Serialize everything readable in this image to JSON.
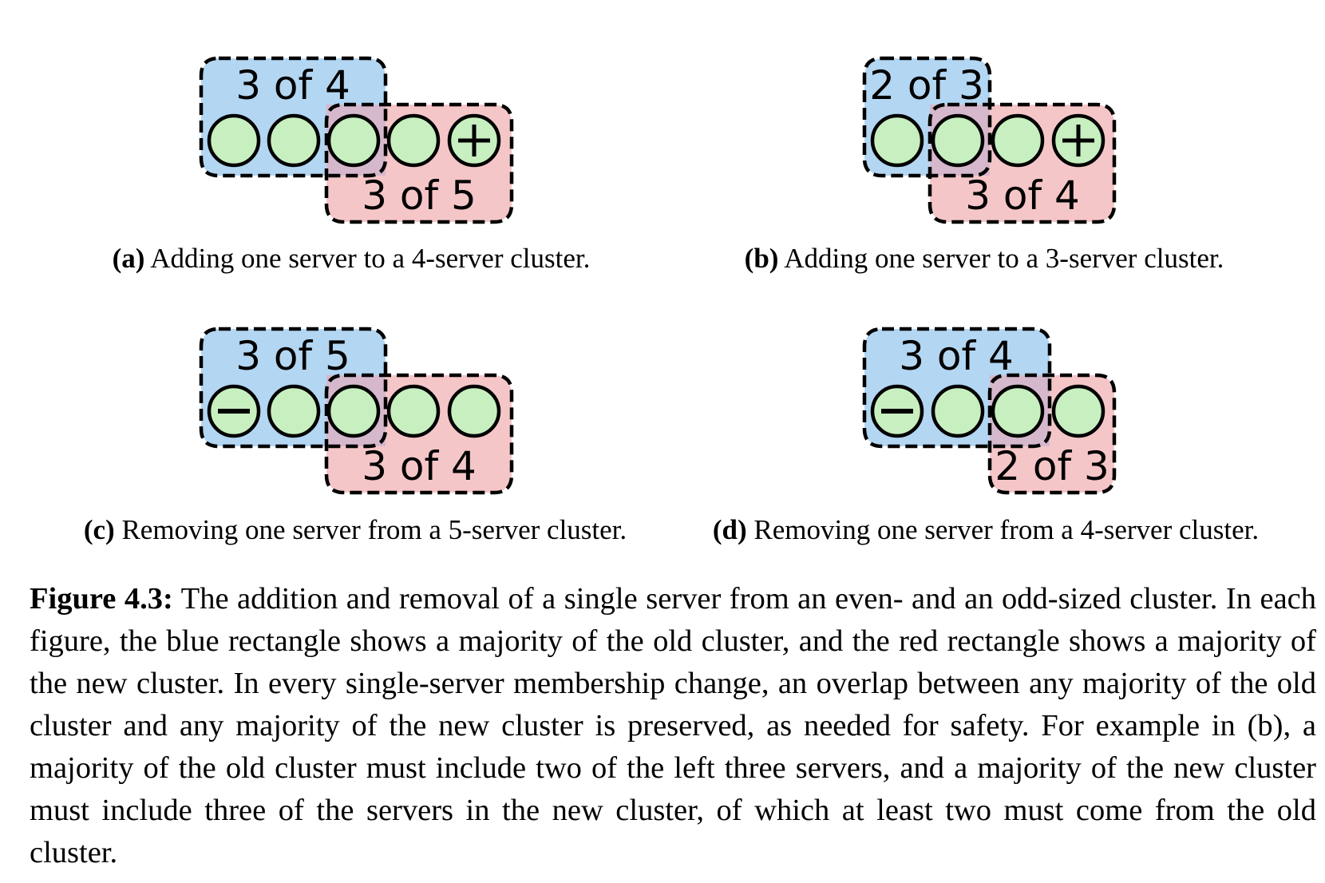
{
  "panels": [
    {
      "id": "a",
      "letter": "a",
      "caption": "Adding one server to a 4-server cluster.",
      "old_majority_label": "3 of 4",
      "new_majority_label": "3 of 5",
      "servers": [
        "normal",
        "normal",
        "normal",
        "normal",
        "added"
      ]
    },
    {
      "id": "b",
      "letter": "b",
      "caption": "Adding one server to a 3-server cluster.",
      "old_majority_label": "2 of 3",
      "new_majority_label": "3 of 4",
      "servers": [
        "normal",
        "normal",
        "normal",
        "added"
      ]
    },
    {
      "id": "c",
      "letter": "c",
      "caption": "Removing one server from a 5-server cluster.",
      "old_majority_label": "3 of 5",
      "new_majority_label": "3 of 4",
      "servers": [
        "removed",
        "normal",
        "normal",
        "normal",
        "normal"
      ]
    },
    {
      "id": "d",
      "letter": "d",
      "caption": "Removing one server from a 4-server cluster.",
      "old_majority_label": "3 of 4",
      "new_majority_label": "2 of 3",
      "servers": [
        "removed",
        "normal",
        "normal",
        "normal"
      ]
    }
  ],
  "figure": {
    "label": "Figure 4.3:",
    "text": "The addition and removal of a single server from an even- and an odd-sized cluster. In each figure, the blue rectangle shows a majority of the old cluster, and the red rectangle shows a majority of the new cluster. In every single-server membership change, an overlap between any majority of the old cluster and any majority of the new cluster is preserved, as needed for safety. For example in (b), a majority of the old cluster must include two of the left three servers, and a majority of the new cluster must include three of the servers in the new cluster, of which at least two must come from the old cluster."
  },
  "colors": {
    "old_cluster_fill": "#b3d6f2",
    "new_cluster_fill": "#f5c6c8",
    "overlap_fill": "#d6b8cd",
    "server_fill": "#c8efc0",
    "outline": "#000000"
  }
}
